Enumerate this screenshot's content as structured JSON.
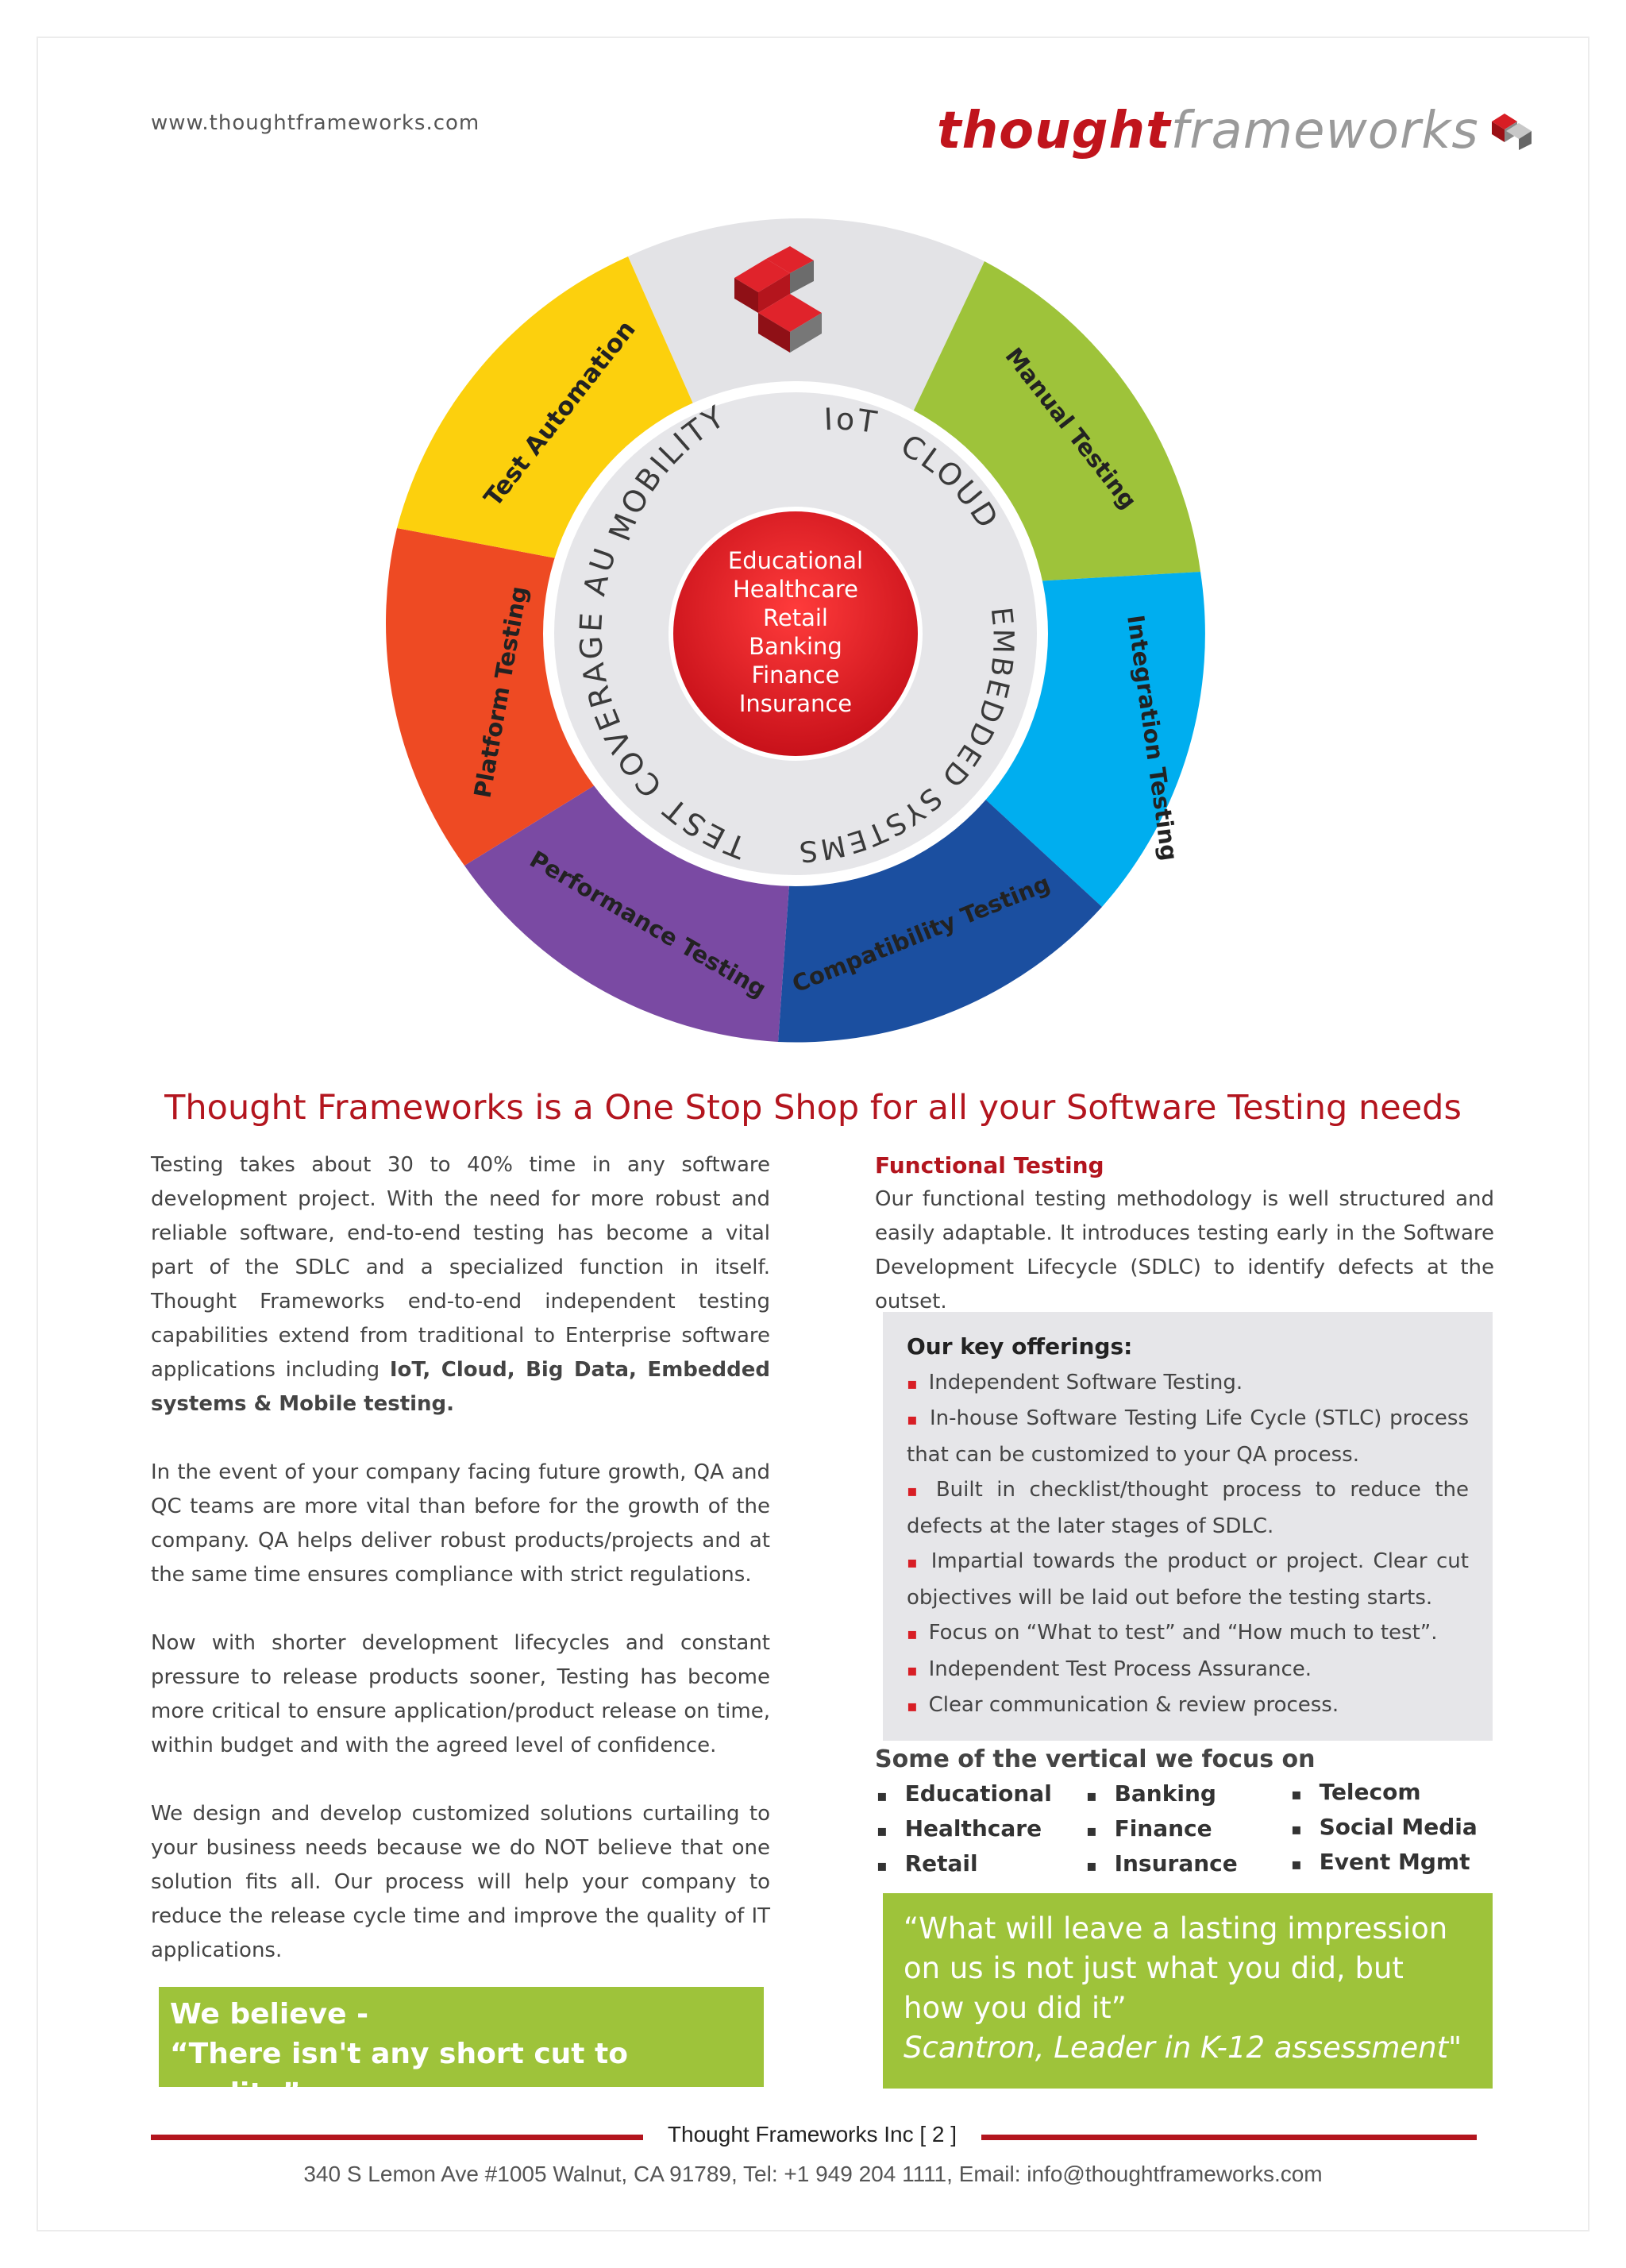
{
  "header": {
    "url": "www.thoughtframeworks.com",
    "logo_part1": "thought",
    "logo_part2": "frameworks"
  },
  "wheel": {
    "outer_segments": [
      {
        "label": "Manual Testing",
        "color": "#9ec33a"
      },
      {
        "label": "Integration Testing",
        "color": "#00aeef"
      },
      {
        "label": "Compatibility Testing",
        "color": "#1b4fa0"
      },
      {
        "label": "Performance Testing",
        "color": "#7a4aa3"
      },
      {
        "label": "Platform Testing",
        "color": "#ee4a23"
      },
      {
        "label": "Test Automation",
        "color": "#fcd00d"
      }
    ],
    "inner_ring": {
      "mobility": "MOBILITY",
      "iot": "IoT",
      "cloud": "CLOUD",
      "embedded": "EMBEDDED SYSTEMS",
      "coverage": "TEST COVERAGE AUDIT"
    },
    "center_items": [
      "Educational",
      "Healthcare",
      "Retail",
      "Banking",
      "Finance",
      "Insurance"
    ]
  },
  "headline": "Thought Frameworks is a One Stop Shop for all your Software Testing needs",
  "left_column": {
    "p1_text": "Testing takes about 30 to 40% time in any software development project. With the need for more robust and reliable software, end-to-end testing has become a vital part of the SDLC and a specialized function in itself. Thought Frameworks end-to-end independent testing capabilities extend from traditional to Enterprise software applications including ",
    "p1_bold": "IoT, Cloud, Big Data, Embedded systems & Mobile testing.",
    "p2": "In the event of your company facing future growth, QA and QC teams are more vital than before for the growth of the company. QA helps deliver robust products/projects and at the same time ensures compliance with strict regulations.",
    "p3": "Now with shorter development lifecycles and constant pressure to release products sooner, Testing has become more critical to ensure application/product release on time, within budget and with the agreed level of confidence.",
    "p4": "We design and develop customized solutions curtailing to your business needs because we do NOT believe that one solution fits all. Our process will help your company to reduce the release cycle time and improve the quality of IT applications."
  },
  "functional": {
    "title": "Functional Testing",
    "text": "Our functional testing methodology is well structured and easily adaptable. It introduces testing early in the Software Development Lifecycle (SDLC) to identify defects at the outset."
  },
  "offerings": {
    "title": "Our key offerings:",
    "items": [
      "Independent Software Testing.",
      "In-house Software Testing Life Cycle (STLC) process that can be customized to your QA process.",
      "Built in checklist/thought process to reduce the defects at the later stages of SDLC.",
      "Impartial towards the product or project. Clear cut objectives will be laid out before the testing starts.",
      "Focus on “What to test” and “How much to test”.",
      "Independent Test Process Assurance.",
      "Clear communication & review process."
    ]
  },
  "verticals": {
    "title": "Some of the vertical we focus on",
    "col1": [
      "Educational",
      "Healthcare",
      "Retail"
    ],
    "col2": [
      "Banking",
      "Finance",
      "Insurance"
    ],
    "col3": [
      "Telecom",
      "Social Media",
      "Event Mgmt"
    ]
  },
  "believe": {
    "line1": "We believe -",
    "line2": "“There isn't any short cut to quality”"
  },
  "quote": {
    "text": "“What will leave a lasting impression on us is not just what you did, but how you did it”",
    "attribution": "Scantron, Leader in K-12 assessment\""
  },
  "footer": {
    "title": "Thought Frameworks Inc  [ 2 ]",
    "address": "340 S Lemon Ave #1005 Walnut, CA 91789, Tel: +1 949 204 1111, Email: info@thoughtframeworks.com"
  }
}
